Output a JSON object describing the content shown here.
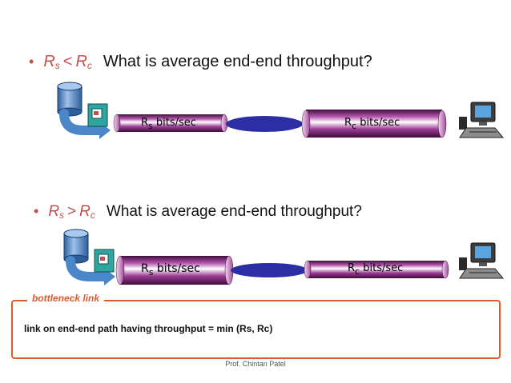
{
  "slide": {
    "rows": [
      {
        "bullet": "•",
        "condition": {
          "left": "R",
          "left_sub": "s",
          "op": "<",
          "right": "R",
          "right_sub": "c"
        },
        "question": "What is average end-end throughput?",
        "pipe_left": {
          "var": "R",
          "sub": "s",
          "unit": "bits/sec"
        },
        "pipe_right": {
          "var": "R",
          "sub": "c",
          "unit": "bits/sec"
        }
      },
      {
        "bullet": "•",
        "condition": {
          "left": "R",
          "left_sub": "s",
          "op": ">",
          "right": "R",
          "right_sub": "c"
        },
        "question": "What is average end-end throughput?",
        "pipe_left": {
          "var": "R",
          "sub": "s",
          "unit": "bits/sec"
        },
        "pipe_right": {
          "var": "R",
          "sub": "c",
          "unit": "bits/sec"
        }
      }
    ],
    "bottleneck": {
      "title": "bottleneck link",
      "text": "link on end-end path having throughput = min (Rs, Rc)"
    },
    "footer": "Prof. Chintan Patel",
    "colors": {
      "accent": "#c0504d",
      "box_border": "#e05a2b",
      "pipe": "#7a1f73",
      "blue_arrow": "#4a86c8"
    },
    "icons": [
      "database-server-icon",
      "router-icon",
      "workstation-icon"
    ]
  }
}
